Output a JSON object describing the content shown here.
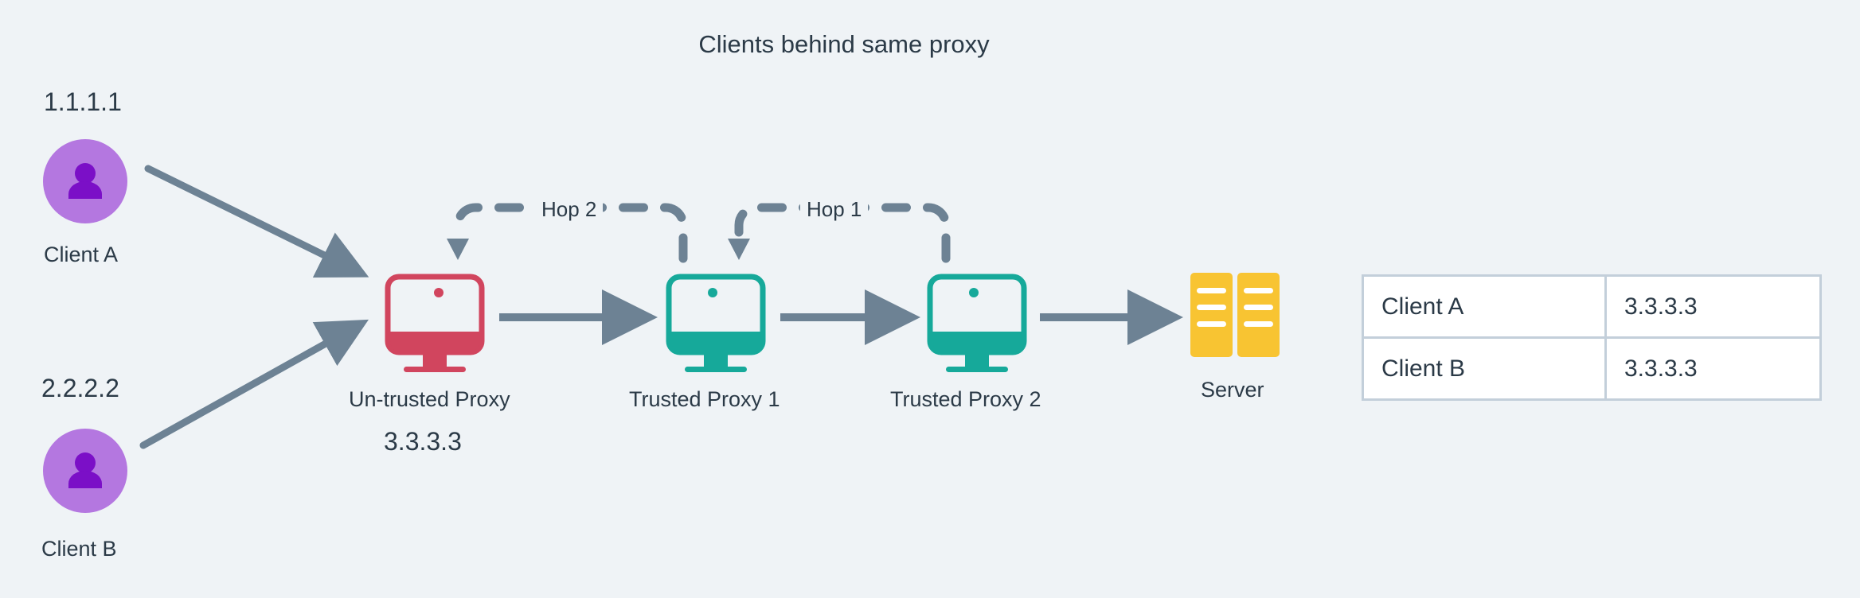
{
  "title": "Clients behind same proxy",
  "colors": {
    "background": "#eff3f6",
    "text": "#2b3a47",
    "arrow": "#6d8294",
    "client_circle": "#b477e0",
    "client_person": "#7b0fc7",
    "untrusted_proxy": "#d1455e",
    "trusted_proxy": "#16a99a",
    "server": "#f8c432",
    "table_border": "#c3cfda",
    "table_cell_bg": "#ffffff"
  },
  "clients": [
    {
      "id": "client-a",
      "ip": "1.1.1.1",
      "label": "Client A",
      "icon": "person-icon"
    },
    {
      "id": "client-b",
      "ip": "2.2.2.2",
      "label": "Client B",
      "icon": "person-icon"
    }
  ],
  "nodes": [
    {
      "id": "untrusted-proxy",
      "label": "Un-trusted Proxy",
      "ip": "3.3.3.3",
      "icon": "monitor-icon",
      "variant": "untrusted"
    },
    {
      "id": "trusted-proxy-1",
      "label": "Trusted Proxy 1",
      "ip": "",
      "icon": "monitor-icon",
      "variant": "trusted"
    },
    {
      "id": "trusted-proxy-2",
      "label": "Trusted Proxy 2",
      "ip": "",
      "icon": "monitor-icon",
      "variant": "trusted"
    },
    {
      "id": "server",
      "label": "Server",
      "ip": "",
      "icon": "server-icon",
      "variant": "server"
    }
  ],
  "hops": [
    {
      "id": "hop-2",
      "label": "Hop 2"
    },
    {
      "id": "hop-1",
      "label": "Hop 1"
    }
  ],
  "table": {
    "rows": [
      {
        "client": "Client A",
        "ip": "3.3.3.3"
      },
      {
        "client": "Client B",
        "ip": "3.3.3.3"
      }
    ]
  }
}
